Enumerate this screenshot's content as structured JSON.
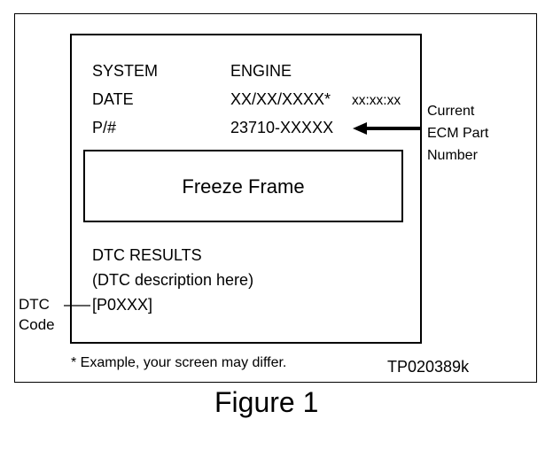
{
  "screen": {
    "system_label": "SYSTEM",
    "system_value": "ENGINE",
    "date_label": "DATE",
    "date_value": "XX/XX/XXXX*",
    "time_value": "xx:xx:xx",
    "part_label": "P/#",
    "part_value": "23710-XXXXX",
    "freeze_frame_label": "Freeze Frame",
    "dtc_results_label": "DTC RESULTS",
    "dtc_description": "(DTC description here)",
    "dtc_code_value": "[P0XXX]"
  },
  "callouts": {
    "ecm_line1": "Current",
    "ecm_line2": "ECM Part",
    "ecm_line3": "Number",
    "dtc_line1": "DTC",
    "dtc_line2": "Code"
  },
  "footer": {
    "note": "* Example, your screen may differ.",
    "figure_id": "TP020389k"
  },
  "caption": "Figure 1"
}
